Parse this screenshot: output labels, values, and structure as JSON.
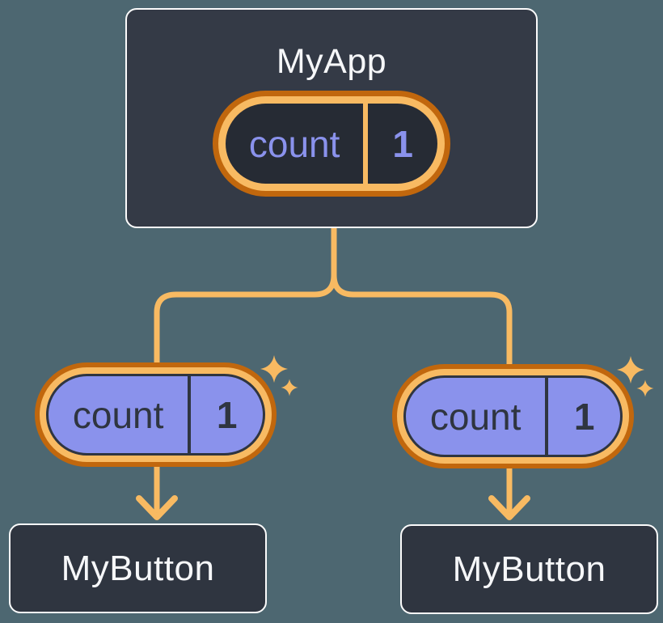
{
  "diagram": {
    "root": {
      "title": "MyApp",
      "state_pill": {
        "label": "count",
        "value": "1"
      }
    },
    "children": [
      {
        "title": "MyButton",
        "prop_pill": {
          "label": "count",
          "value": "1"
        }
      },
      {
        "title": "MyButton",
        "prop_pill": {
          "label": "count",
          "value": "1"
        }
      }
    ]
  },
  "colors": {
    "background": "#4D6771",
    "card_fill": "#343A46",
    "card_border": "#FBFBFB",
    "leaf_card_fill": "#2F3540",
    "pill_outer_ring": "#C1670D",
    "pill_light_ring": "#F8BA62",
    "pill_fill_purple": "#8A92EC",
    "pill_fill_dark": "#262B34",
    "connector_line": "#F8BA62",
    "sparkle": "#F8BA62",
    "text_light": "#F6F7F9",
    "text_dark": "#2F3540",
    "text_purple": "#8A92EC"
  }
}
